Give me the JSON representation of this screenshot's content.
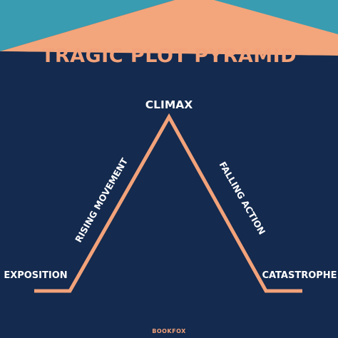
{
  "title": "TRAGIC PLOT PYRAMID",
  "stages": {
    "exposition": "EXPOSITION",
    "rising": "RISING MOVEMENT",
    "climax": "CLIMAX",
    "falling": "FALLING ACTION",
    "catastrophe": "CATASTROPHE"
  },
  "credit": "BOOKFOX",
  "colors": {
    "background": "#142a4e",
    "teal": "#3a9cb0",
    "peach": "#f3a57b",
    "line": "#f2a27a",
    "title": "#f2a27a",
    "label": "#ffffff"
  }
}
